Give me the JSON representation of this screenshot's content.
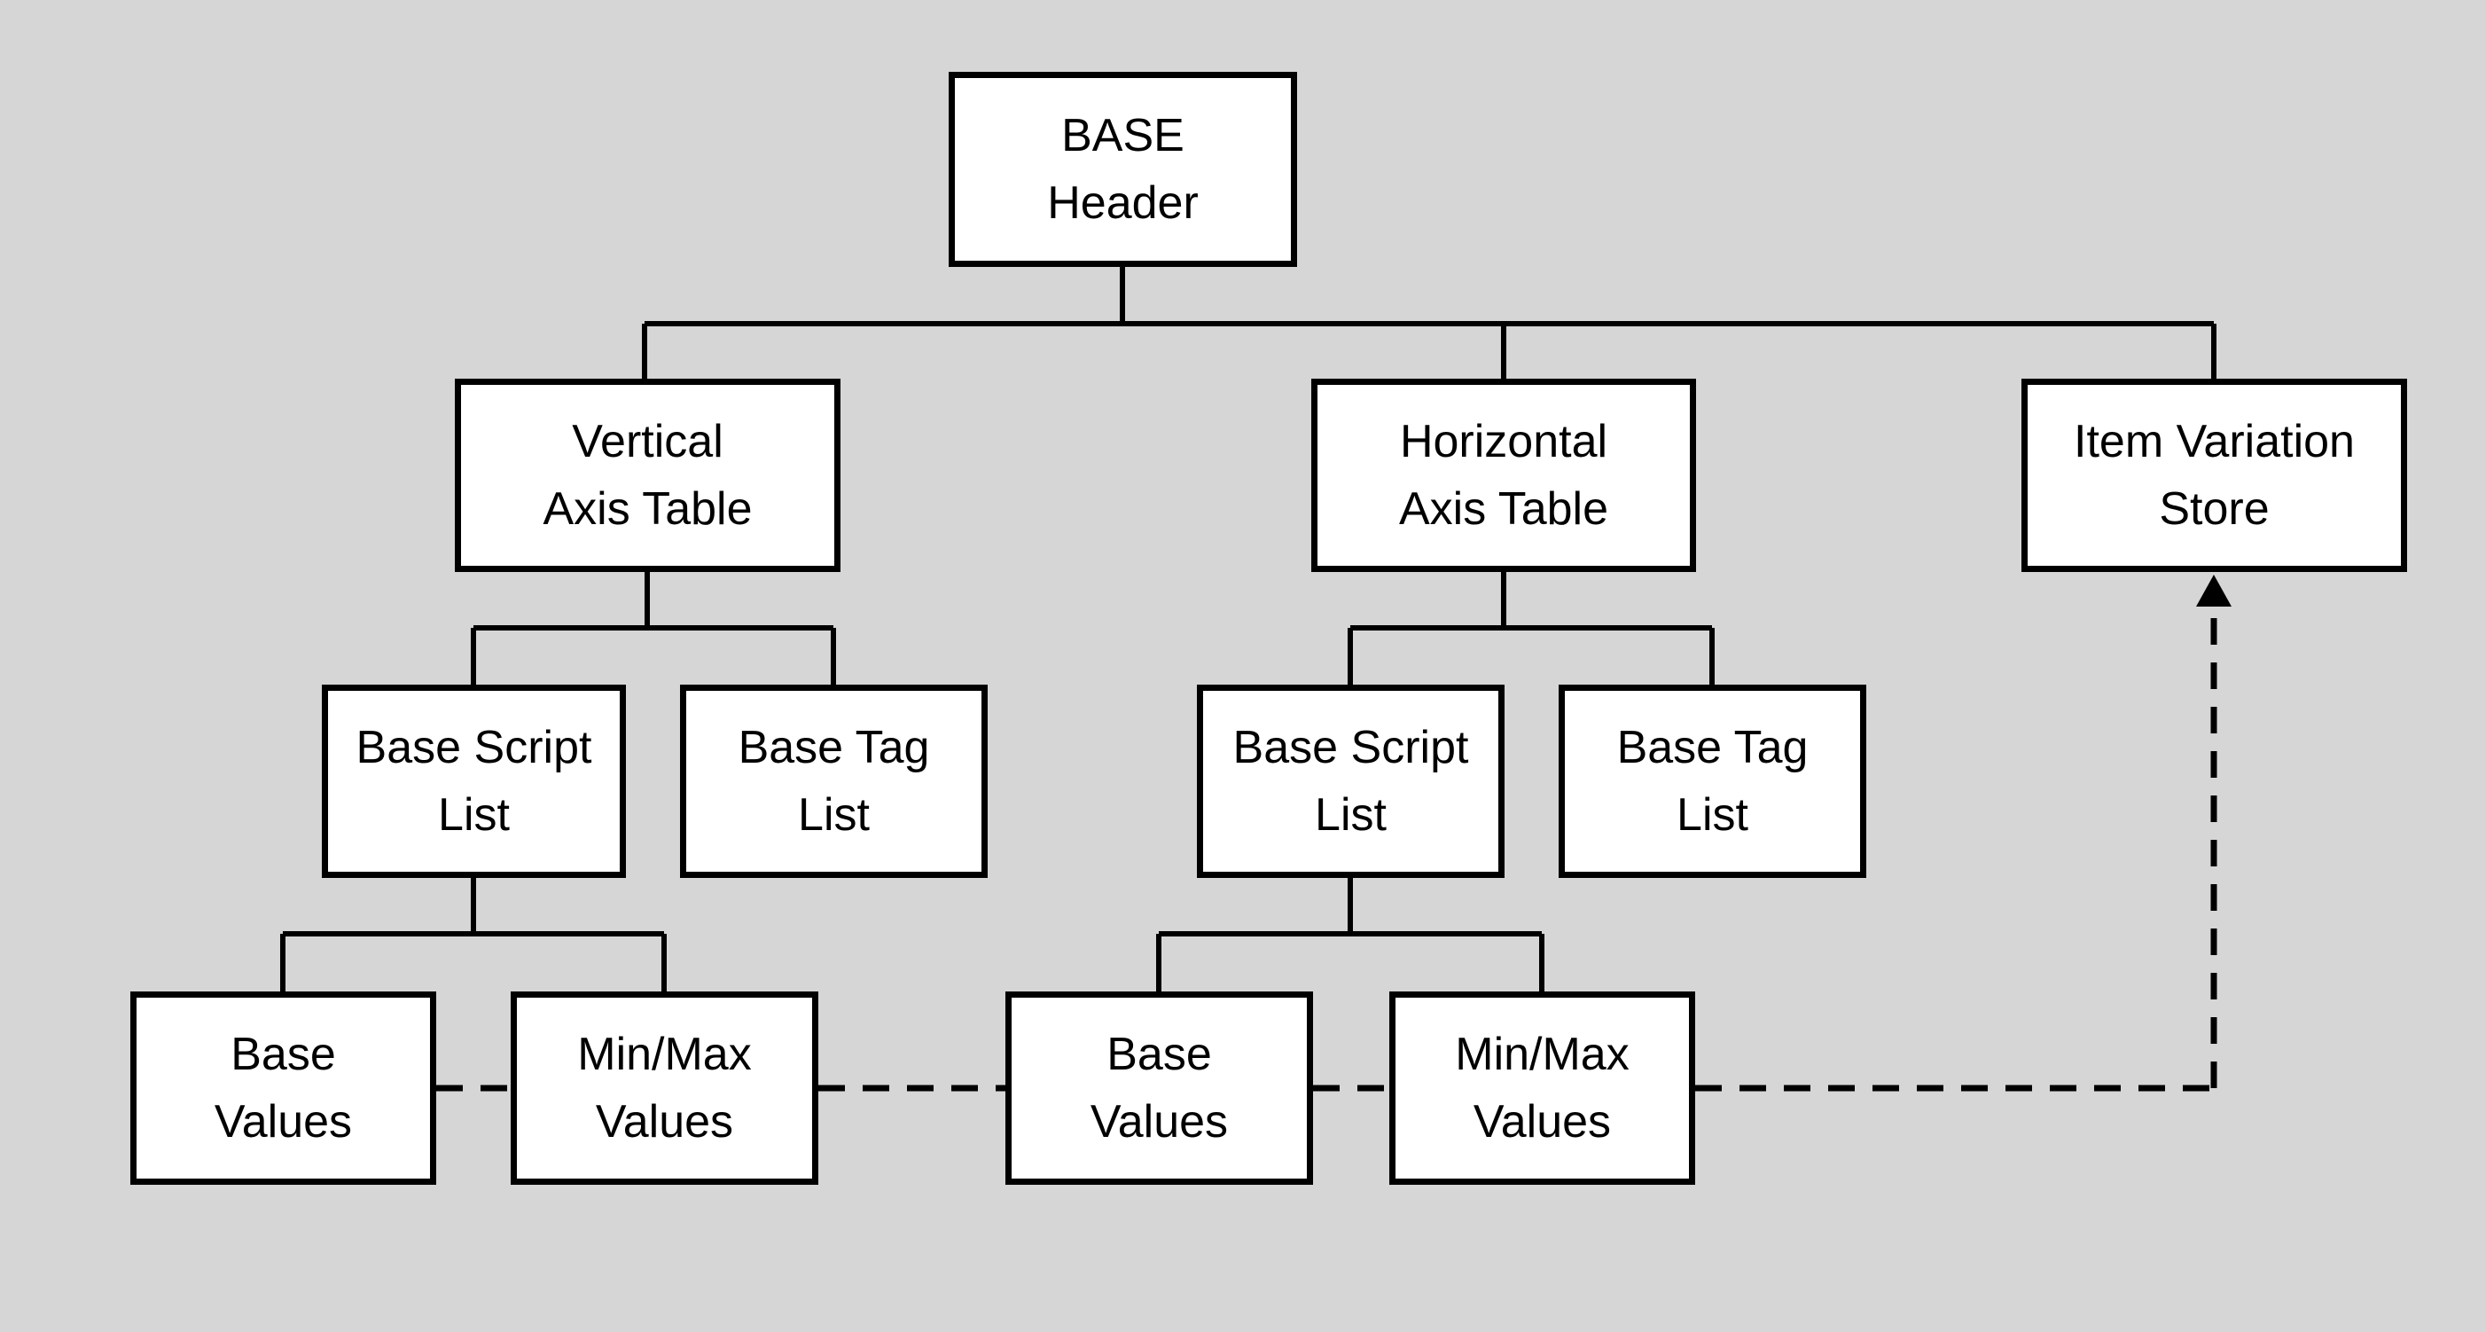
{
  "colors": {
    "background": "#d6d6d6",
    "box_fill": "#ffffff",
    "box_border": "#000000",
    "line": "#000000",
    "text": "#000000"
  },
  "icons": {
    "arrow_up_icon": "▲"
  },
  "nodes": {
    "base_header": {
      "label": "BASE\nHeader"
    },
    "vertical_axis_table": {
      "label": "Vertical\nAxis Table"
    },
    "horizontal_axis_table": {
      "label": "Horizontal\nAxis Table"
    },
    "item_variation_store": {
      "label": "Item Variation\nStore"
    },
    "base_script_list_vertical": {
      "label": "Base Script\nList"
    },
    "base_tag_list_vertical": {
      "label": "Base Tag\nList"
    },
    "base_script_list_horizontal": {
      "label": "Base Script\nList"
    },
    "base_tag_list_horizontal": {
      "label": "Base Tag\nList"
    },
    "base_values_vertical": {
      "label": "Base\nValues"
    },
    "minmax_values_vertical": {
      "label": "Min/Max\nValues"
    },
    "base_values_horizontal": {
      "label": "Base\nValues"
    },
    "minmax_values_horizontal": {
      "label": "Min/Max\nValues"
    }
  },
  "edges": {
    "solid": [
      [
        "base_header",
        "vertical_axis_table"
      ],
      [
        "base_header",
        "horizontal_axis_table"
      ],
      [
        "base_header",
        "item_variation_store"
      ],
      [
        "vertical_axis_table",
        "base_script_list_vertical"
      ],
      [
        "vertical_axis_table",
        "base_tag_list_vertical"
      ],
      [
        "horizontal_axis_table",
        "base_script_list_horizontal"
      ],
      [
        "horizontal_axis_table",
        "base_tag_list_horizontal"
      ],
      [
        "base_script_list_vertical",
        "base_values_vertical"
      ],
      [
        "base_script_list_vertical",
        "minmax_values_vertical"
      ],
      [
        "base_script_list_horizontal",
        "base_values_horizontal"
      ],
      [
        "base_script_list_horizontal",
        "minmax_values_horizontal"
      ]
    ],
    "dashed": [
      [
        "base_values_vertical",
        "minmax_values_vertical"
      ],
      [
        "minmax_values_vertical",
        "base_values_horizontal"
      ],
      [
        "base_values_horizontal",
        "minmax_values_horizontal"
      ],
      [
        "minmax_values_horizontal",
        "item_variation_store_arrow_up"
      ]
    ]
  }
}
